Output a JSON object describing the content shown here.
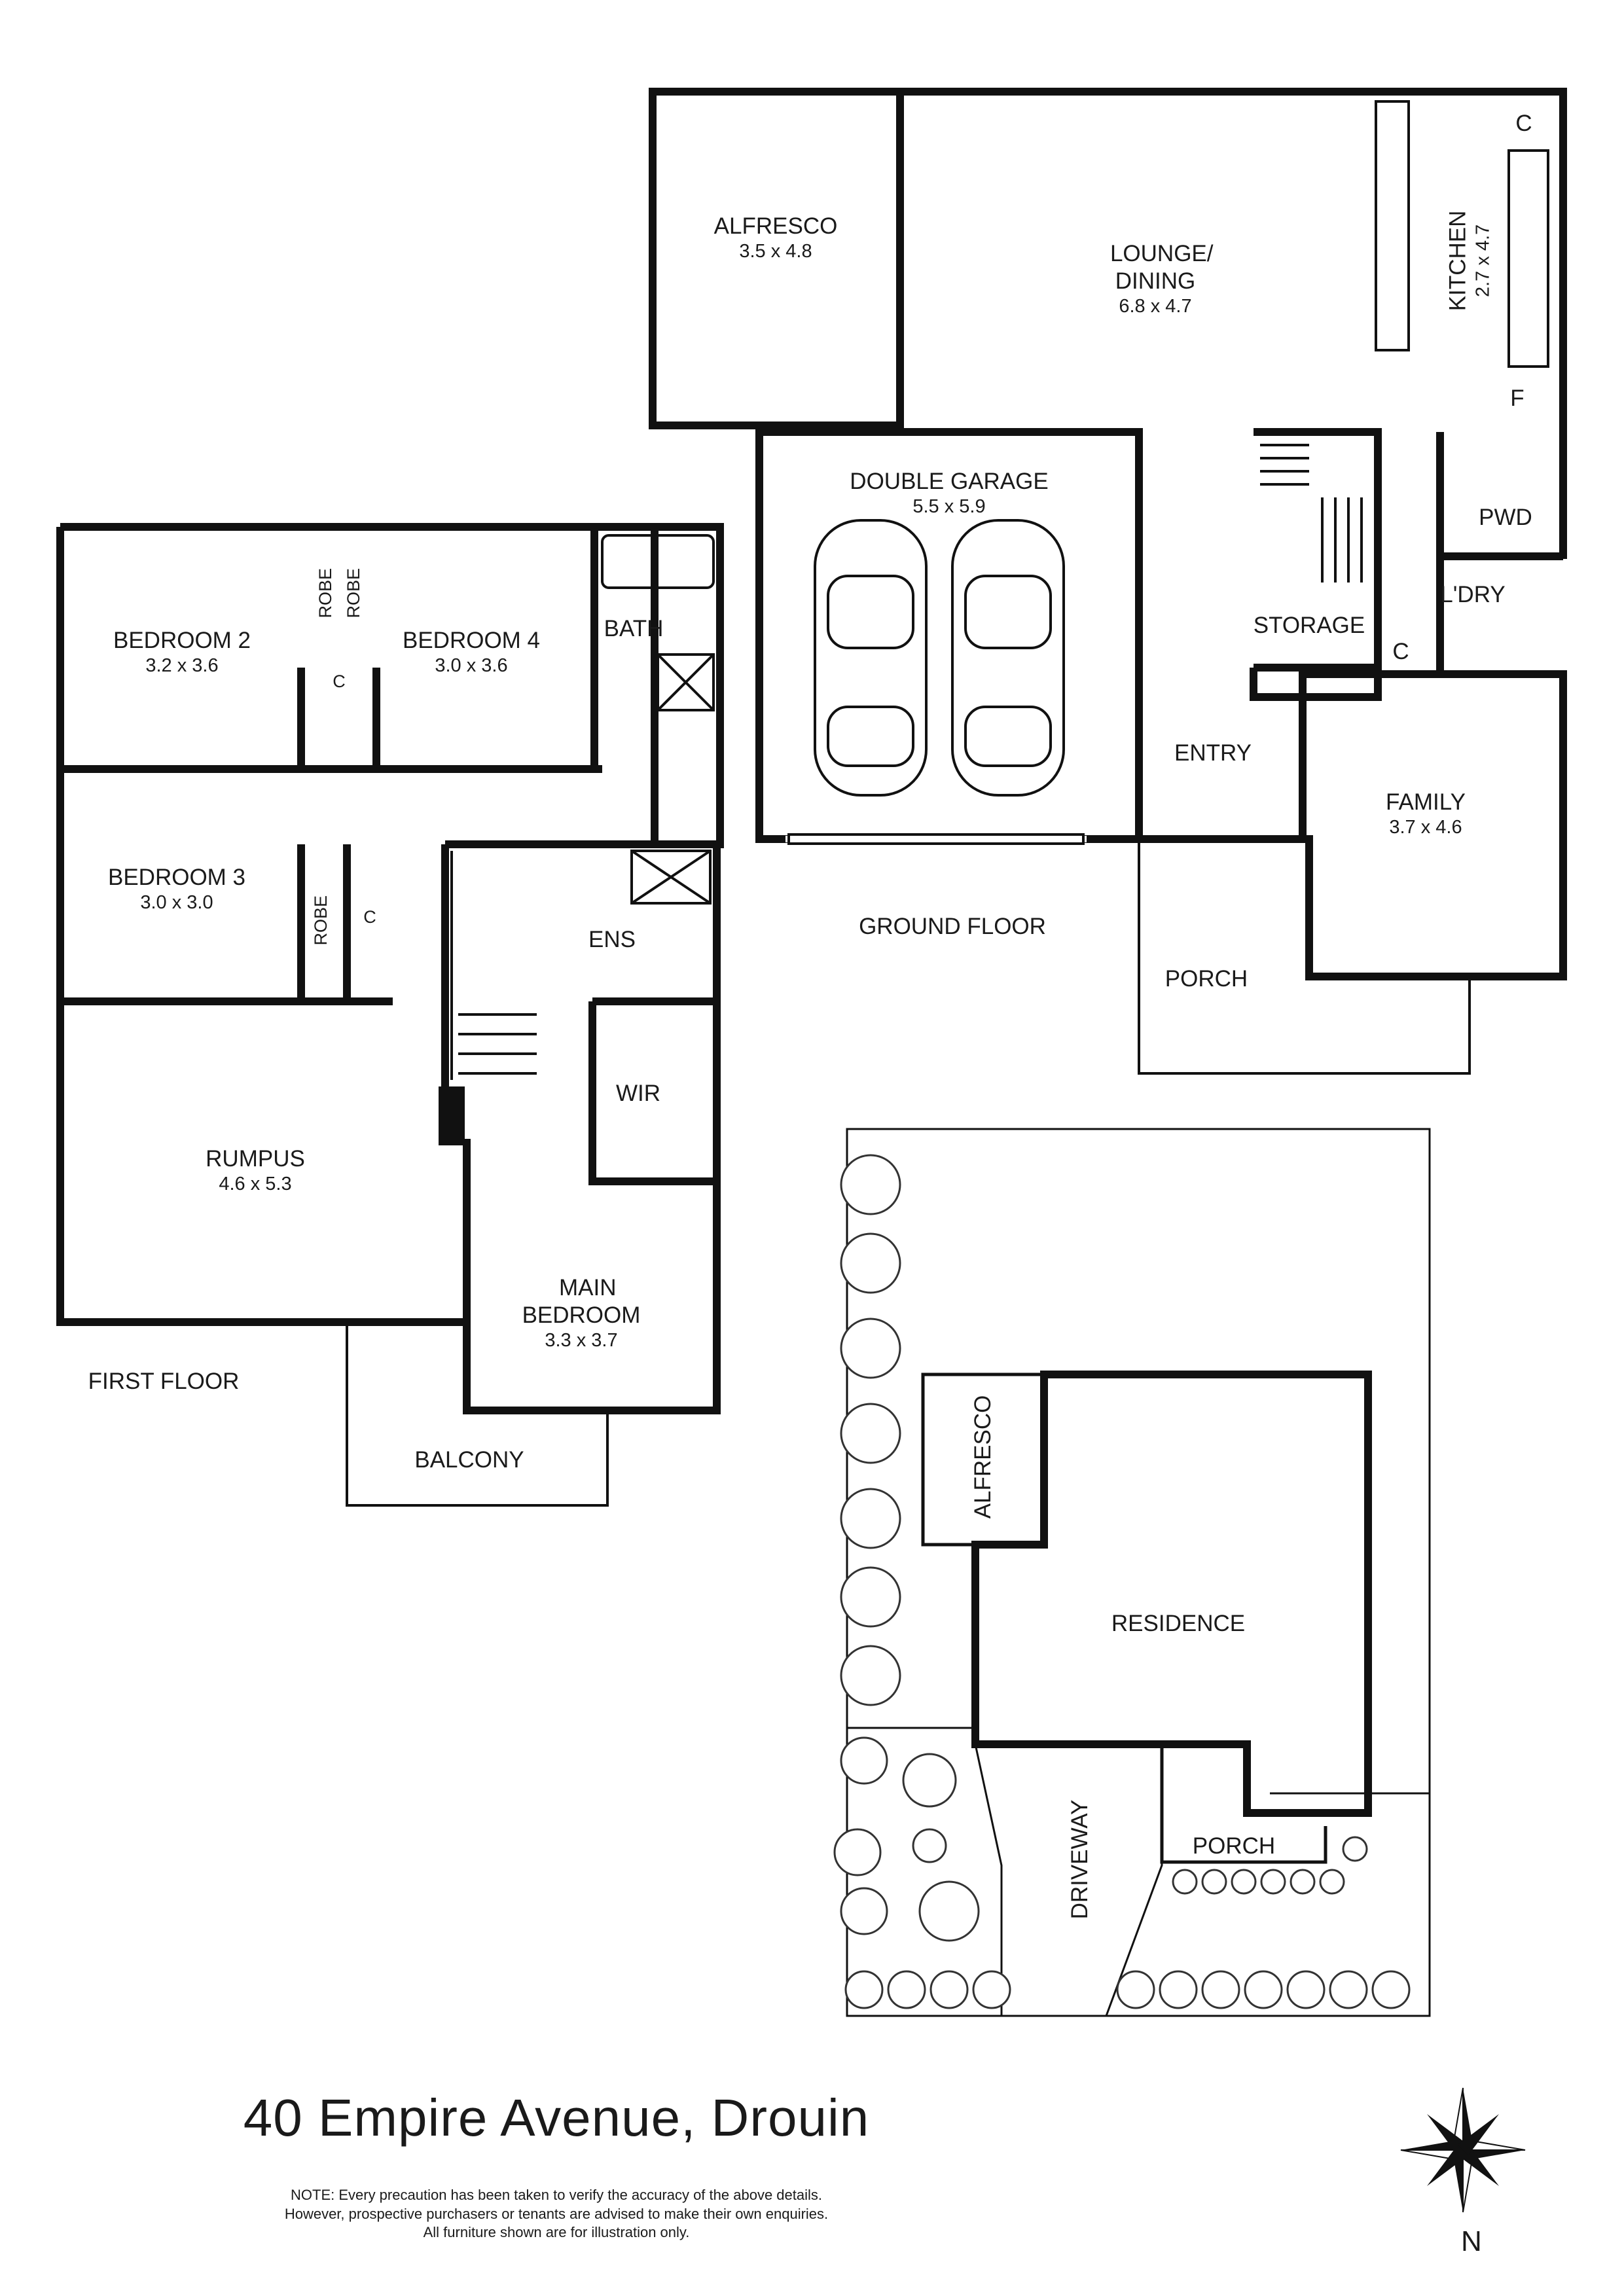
{
  "floors": {
    "ground": "GROUND FLOOR",
    "first": "FIRST FLOOR"
  },
  "rooms": {
    "alfresco": {
      "name": "ALFRESCO",
      "dim": "3.5 x 4.8"
    },
    "lounge": {
      "name": "LOUNGE/\nDINING",
      "dim": "6.8 x 4.7"
    },
    "kitchen": {
      "name": "KITCHEN",
      "dim": "2.7 x 4.7"
    },
    "garage": {
      "name": "DOUBLE GARAGE",
      "dim": "5.5 x 5.9"
    },
    "pwd": {
      "name": "PWD"
    },
    "ldry": {
      "name": "L'DRY"
    },
    "storage": {
      "name": "STORAGE"
    },
    "entry": {
      "name": "ENTRY"
    },
    "family": {
      "name": "FAMILY",
      "dim": "3.7 x 4.6"
    },
    "porch": {
      "name": "PORCH"
    },
    "bedroom2": {
      "name": "BEDROOM 2",
      "dim": "3.2 x 3.6"
    },
    "bedroom4": {
      "name": "BEDROOM 4",
      "dim": "3.0 x 3.6"
    },
    "bedroom3": {
      "name": "BEDROOM 3",
      "dim": "3.0 x 3.0"
    },
    "bath": {
      "name": "BATH"
    },
    "ens": {
      "name": "ENS"
    },
    "wir": {
      "name": "WIR"
    },
    "rumpus": {
      "name": "RUMPUS",
      "dim": "4.6 x 5.3"
    },
    "main_bedroom": {
      "name": "MAIN\nBEDROOM",
      "dim": "3.3 x 3.7"
    },
    "balcony": {
      "name": "BALCONY"
    },
    "robe": "ROBE",
    "cupboard": "C",
    "fridge": "F"
  },
  "site": {
    "alfresco": "ALFRESCO",
    "residence": "RESIDENCE",
    "porch": "PORCH",
    "driveway": "DRIVEWAY"
  },
  "address": "40 Empire Avenue, Drouin",
  "note": [
    "NOTE: Every precaution has been taken to verify the accuracy of the above details.",
    "However, prospective purchasers or tenants are advised to make their own enquiries.",
    "All furniture shown are for illustration only."
  ],
  "compass": {
    "label": "N"
  }
}
